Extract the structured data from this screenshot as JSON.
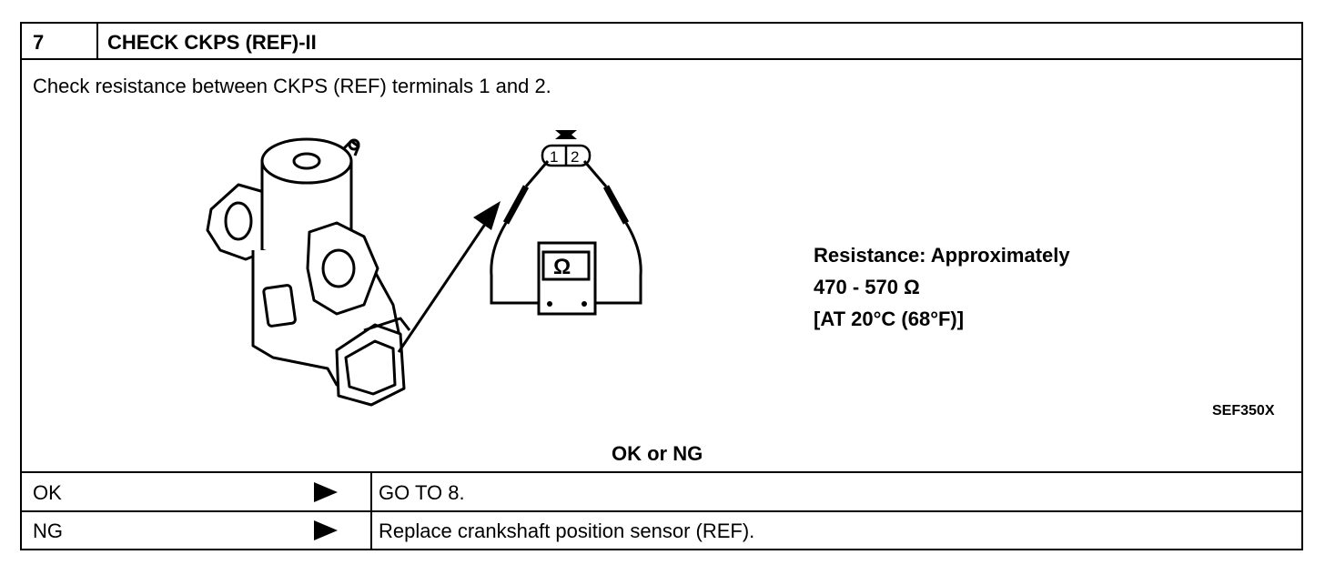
{
  "step": {
    "number": "7",
    "title": "CHECK CKPS (REF)-II",
    "instruction": "Check resistance between CKPS (REF) terminals 1 and 2."
  },
  "figure": {
    "terminal_1": "1",
    "terminal_2": "2",
    "meter_symbol": "Ω",
    "spec_line1": "Resistance: Approximately",
    "spec_line2": "470 - 570 Ω",
    "spec_line3": "[AT 20°C (68°F)]",
    "figure_code": "SEF350X"
  },
  "judgement": {
    "heading": "OK or NG",
    "rows": [
      {
        "result": "OK",
        "action": "GO TO 8."
      },
      {
        "result": "NG",
        "action": "Replace crankshaft position sensor (REF)."
      }
    ]
  }
}
